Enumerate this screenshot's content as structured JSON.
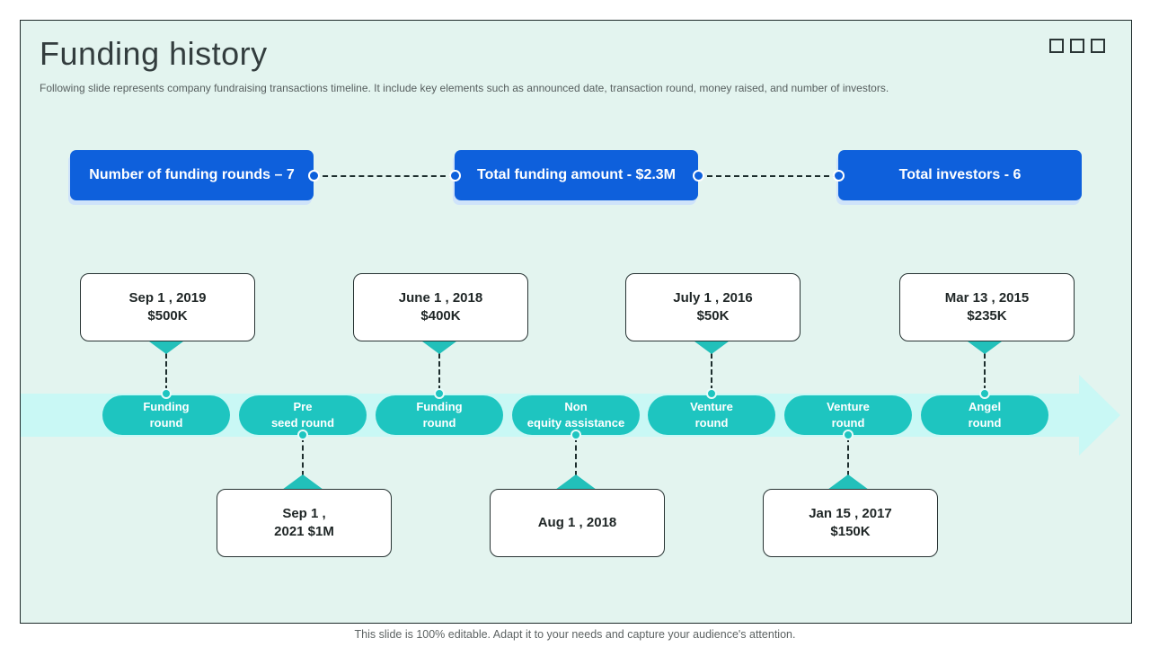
{
  "header": {
    "title": "Funding history",
    "subtitle": "Following slide represents company fundraising transactions timeline. It include key elements such as announced date, transaction round, money raised, and number of investors."
  },
  "stats": [
    {
      "label": "Number of funding rounds – 7"
    },
    {
      "label": "Total funding amount - $2.3M"
    },
    {
      "label": "Total investors - 6"
    }
  ],
  "timeline": {
    "events": [
      {
        "pill_line1": "Funding",
        "pill_line2": "round",
        "card_side": "above",
        "card_line1": "Sep 1 , 2019",
        "card_line2": "$500K"
      },
      {
        "pill_line1": "Pre",
        "pill_line2": "seed round",
        "card_side": "below",
        "card_line1": "Sep 1 ,",
        "card_line2": "2021 $1M"
      },
      {
        "pill_line1": "Funding",
        "pill_line2": "round",
        "card_side": "above",
        "card_line1": "June 1 , 2018",
        "card_line2": "$400K"
      },
      {
        "pill_line1": "Non",
        "pill_line2": "equity assistance",
        "card_side": "below",
        "card_line1": "Aug 1 , 2018",
        "card_line2": ""
      },
      {
        "pill_line1": "Venture",
        "pill_line2": "round",
        "card_side": "above",
        "card_line1": "July 1 , 2016",
        "card_line2": "$50K"
      },
      {
        "pill_line1": "Venture",
        "pill_line2": "round",
        "card_side": "below",
        "card_line1": "Jan 15 , 2017",
        "card_line2": "$150K"
      },
      {
        "pill_line1": "Angel",
        "pill_line2": "round",
        "card_side": "above",
        "card_line1": "Mar 13 , 2015",
        "card_line2": "$235K"
      }
    ]
  },
  "footer": {
    "note": "This slide is 100% editable. Adapt it to your needs and capture your audience's attention."
  },
  "colors": {
    "slide_background": "#e3f4ef",
    "timeline_band": "#c9f8f5",
    "pill_teal": "#1ec5c0",
    "accent_blue": "#0e60dc",
    "card_border": "#273333",
    "title_text": "#333d3e",
    "muted_text": "#575f5f"
  }
}
